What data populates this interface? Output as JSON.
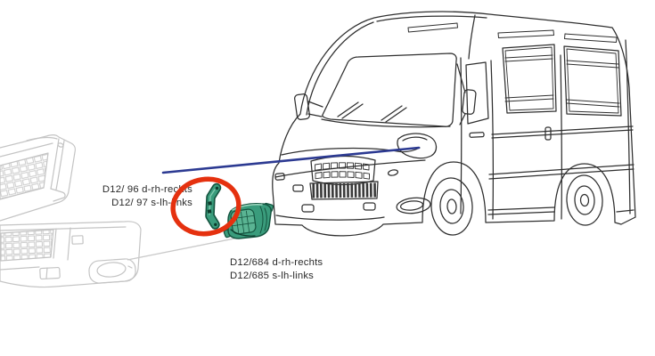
{
  "diagram": {
    "type": "vehicle-parts-diagram",
    "vehicle": "panel van line drawing, front-left three-quarter view",
    "parts": {
      "bracket": {
        "label_rh": "D12/ 96 d-rh-rechts",
        "label_lh": "D12/ 97 s-lh-links",
        "highlighted": "red ellipse around bracket part"
      },
      "fog_lamp": {
        "label_rh": "D12/684 d-rh-rechts",
        "label_lh": "D12/685 s-lh-links"
      }
    },
    "colors": {
      "highlight_red": "#e5310f",
      "pointer_blue": "#2c3a92",
      "part_green": "#3a9c7c",
      "part_green_dark": "#14543f",
      "part_green_light": "#5ab493",
      "part_green_deep": "#0d3b2c",
      "sketch_gray": "#c4c4c4",
      "van_stroke": "#2f2f2f",
      "text": "#2a2a2a"
    },
    "icons": {
      "highlight-ellipse-icon": "hand-drawn red oval marker",
      "pointer-line-icon": "straight blue leader line"
    }
  }
}
